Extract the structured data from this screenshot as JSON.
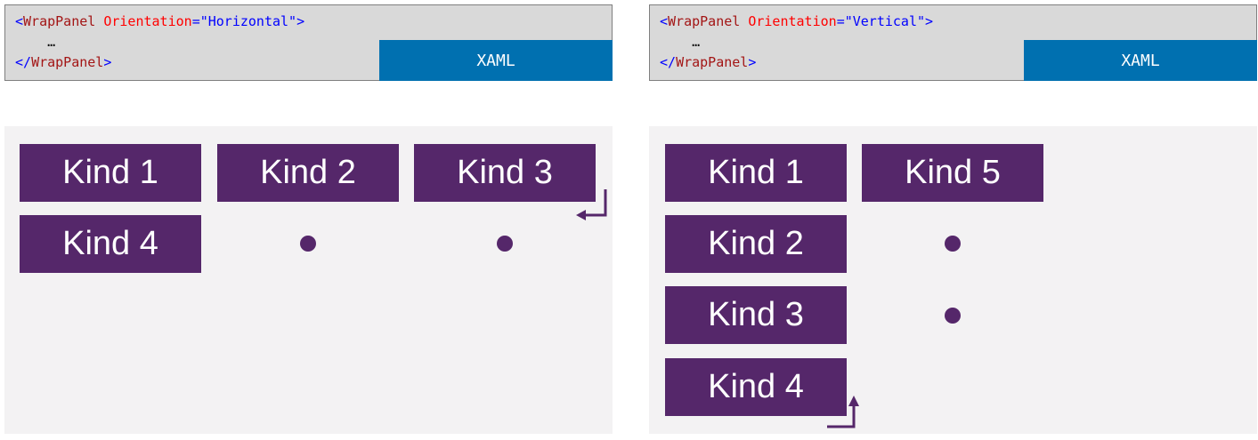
{
  "left": {
    "code": {
      "line1": {
        "open": "<",
        "tag": "WrapPanel",
        "attr": "Orientation",
        "eq": "=",
        "value": "\"Horizontal\"",
        "close": ">"
      },
      "line2": "…",
      "line3": {
        "open": "</",
        "tag": "WrapPanel",
        "close": ">"
      }
    },
    "badge": "XAML",
    "items": [
      "Kind 1",
      "Kind 2",
      "Kind 3",
      "Kind 4"
    ]
  },
  "right": {
    "code": {
      "line1": {
        "open": "<",
        "tag": "WrapPanel",
        "attr": "Orientation",
        "eq": "=",
        "value": "\"Vertical\"",
        "close": ">"
      },
      "line2": "…",
      "line3": {
        "open": "</",
        "tag": "WrapPanel",
        "close": ">"
      }
    },
    "badge": "XAML",
    "items": [
      "Kind 1",
      "Kind 2",
      "Kind 3",
      "Kind 4",
      "Kind 5"
    ]
  },
  "colors": {
    "item": "#55276a",
    "badge": "#0070b0",
    "code_bg": "#d9d9d9",
    "panel_bg": "#f3f2f3"
  }
}
